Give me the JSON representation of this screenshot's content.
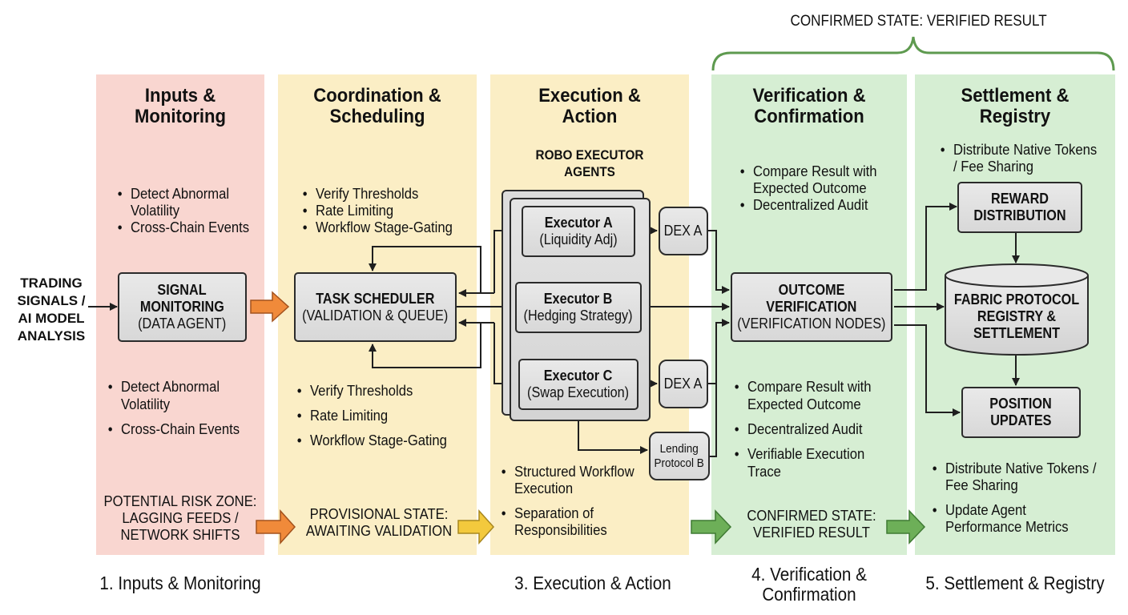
{
  "top_brace_label": "CONFIRMED STATE: VERIFIED RESULT",
  "input_label": [
    "TRADING",
    "SIGNALS /",
    "AI MODEL",
    "ANALYSIS"
  ],
  "columns": [
    {
      "title": [
        "Inputs &",
        "Monitoring"
      ],
      "bullets_top": [
        [
          "Detect Abnormal",
          "Volatility"
        ],
        [
          "Cross-Chain Events"
        ]
      ],
      "box": {
        "line1": "SIGNAL",
        "line2": "MONITORING",
        "line3": "(DATA AGENT)"
      },
      "bullets_bottom": [
        [
          "Detect Abnormal",
          "Volatility"
        ],
        [
          "Cross-Chain Events"
        ]
      ],
      "state": [
        "POTENTIAL RISK ZONE:",
        "LAGGING FEEDS /",
        "NETWORK SHIFTS"
      ],
      "footer": [
        "1. Inputs & Monitoring"
      ]
    },
    {
      "title": [
        "Coordination &",
        "Scheduling"
      ],
      "bullets_top": [
        [
          "Verify Thresholds"
        ],
        [
          "Rate Limiting"
        ],
        [
          "Workflow Stage-Gating"
        ]
      ],
      "box": {
        "line1": "TASK SCHEDULER",
        "line2": "(VALIDATION & QUEUE)"
      },
      "bullets_bottom": [
        [
          "Verify Thresholds"
        ],
        [
          "Rate Limiting"
        ],
        [
          "Workflow Stage-Gating"
        ]
      ],
      "state": [
        "PROVISIONAL STATE:",
        "AWAITING VALIDATION"
      ]
    },
    {
      "title": [
        "Execution &",
        "Action"
      ],
      "subtitle": [
        "ROBO EXECUTOR",
        "AGENTS"
      ],
      "executors": [
        {
          "name": "Executor A",
          "role": "(Liquidity Adj)"
        },
        {
          "name": "Executor B",
          "role": "(Hedging Strategy)"
        },
        {
          "name": "Executor C",
          "role": "(Swap Execution)"
        }
      ],
      "venues": [
        "DEX A",
        "DEX A",
        [
          "Lending",
          "Protocol B"
        ]
      ],
      "bullets_bottom": [
        [
          "Structured Workflow",
          "Execution"
        ],
        [
          "Separation of",
          "Responsibilities"
        ]
      ],
      "footer": [
        "3. Execution & Action"
      ]
    },
    {
      "title": [
        "Verification &",
        "Confirmation"
      ],
      "bullets_top": [
        [
          "Compare Result with",
          "Expected Outcome"
        ],
        [
          "Decentralized Audit"
        ]
      ],
      "box": {
        "line1": "OUTCOME",
        "line2": "VERIFICATION",
        "line3": "(VERIFICATION NODES)"
      },
      "bullets_bottom": [
        [
          "Compare Result with",
          "Expected Outcome"
        ],
        [
          "Decentralized Audit"
        ],
        [
          "Verifiable Execution",
          "Trace"
        ]
      ],
      "state": [
        "CONFIRMED STATE:",
        "VERIFIED RESULT"
      ],
      "footer": [
        "4. Verification &",
        "Confirmation"
      ]
    },
    {
      "title": [
        "Settlement &",
        "Registry"
      ],
      "bullets_top": [
        [
          "Distribute Native Tokens",
          "/ Fee Sharing"
        ]
      ],
      "reward_box": [
        "REWARD",
        "DISTRIBUTION"
      ],
      "registry": [
        "FABRIC PROTOCOL",
        "REGISTRY &",
        "SETTLEMENT"
      ],
      "position_box": [
        "POSITION",
        "UPDATES"
      ],
      "bullets_bottom": [
        [
          "Distribute Native Tokens /",
          "Fee Sharing"
        ],
        [
          "Update Agent",
          "Performance Metrics"
        ]
      ],
      "footer": [
        "5. Settlement & Registry"
      ]
    }
  ],
  "colors": {
    "risk_zone": "#f9d6d0",
    "coordination": "#fbeec5",
    "verified": "#d6eed3",
    "arrow_orange": "#f08a3a",
    "arrow_yellow": "#f3c93d",
    "arrow_green": "#6daf58",
    "brace_green": "#5e9a4f"
  }
}
